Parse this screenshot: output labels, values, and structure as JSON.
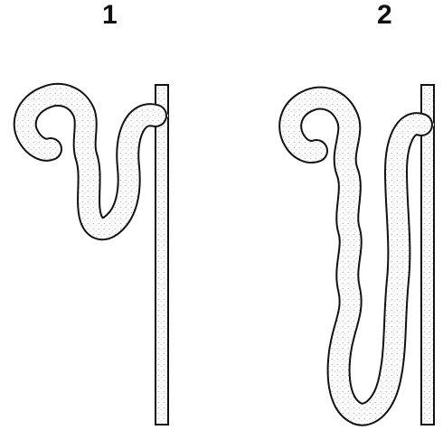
{
  "labels": {
    "panel_1": "1",
    "panel_2": "2"
  },
  "colors": {
    "ink": "#111111",
    "stipple": "#f1f1f1",
    "background": "#ffffff"
  },
  "figure": {
    "panels": [
      {
        "id": "1",
        "shape": "short-nephron-loop"
      },
      {
        "id": "2",
        "shape": "long-nephron-loop"
      }
    ]
  }
}
